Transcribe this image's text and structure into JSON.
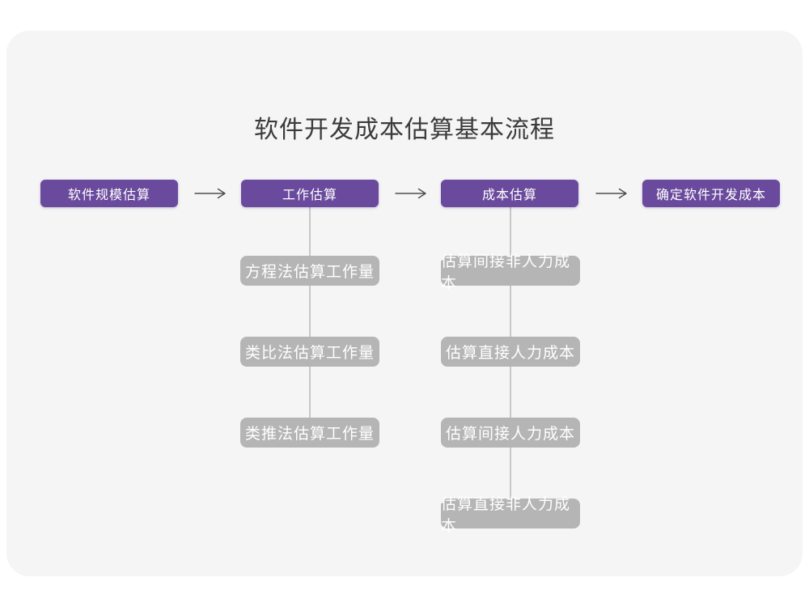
{
  "title": "软件开发成本估算基本流程",
  "stages": [
    {
      "label": "软件规模估算"
    },
    {
      "label": "工作估算"
    },
    {
      "label": "成本估算"
    },
    {
      "label": "确定软件开发成本"
    }
  ],
  "work_substeps": [
    {
      "label": "方程法估算工作量"
    },
    {
      "label": "类比法估算工作量"
    },
    {
      "label": "类推法估算工作量"
    }
  ],
  "cost_substeps": [
    {
      "label": "估算间接非人力成本"
    },
    {
      "label": "估算直接人力成本"
    },
    {
      "label": "估算间接人力成本"
    },
    {
      "label": "估算直接非人力成本"
    }
  ],
  "colors": {
    "stage_fill": "#6a4a9c",
    "substep_fill": "#b5b5b5",
    "connector": "#c7c7c7",
    "arrow": "#4f4f4f",
    "card_background": "#f5f5f6",
    "title_text": "#3b3b3b",
    "box_text": "#ffffff"
  }
}
